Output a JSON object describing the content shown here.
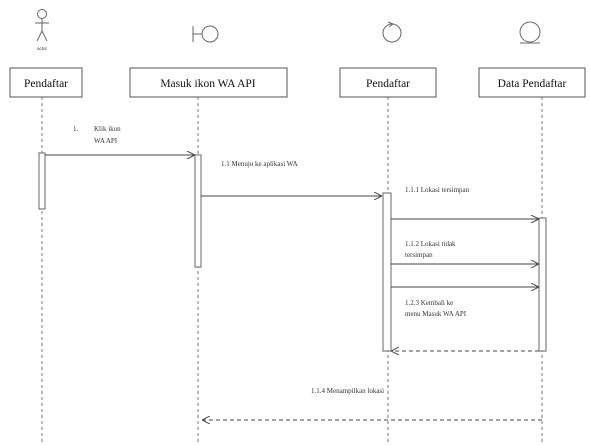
{
  "participants": [
    {
      "id": "p1",
      "label": "Pendaftar",
      "stereotype": "actor",
      "kind": "actor"
    },
    {
      "id": "p2",
      "label": "Masuk ikon WA API",
      "kind": "boundary"
    },
    {
      "id": "p3",
      "label": "Pendaftar",
      "kind": "control"
    },
    {
      "id": "p4",
      "label": "Data Pendaftar",
      "kind": "entity"
    }
  ],
  "messages": [
    {
      "id": "m1",
      "number": "1.",
      "line1": "Klik ikon",
      "line2": "WA API"
    },
    {
      "id": "m2",
      "line1": "1.1 Menuju ke aplikasi WA"
    },
    {
      "id": "m3",
      "line1": "1.1.1 Lokasi tersimpan"
    },
    {
      "id": "m4",
      "line1": "1.1.2 Lokasi tidak",
      "line2": "tersimpan"
    },
    {
      "id": "m5",
      "line1": "1.2.3 Kembali ke",
      "line2": "menu Masuk WA API"
    },
    {
      "id": "m6",
      "line1": "1.1.4 Menampilkan lokasi"
    }
  ],
  "colors": {
    "line": "#444444",
    "box_border": "#555555",
    "lifeline": "#777777",
    "activation_fill": "#ffffff"
  }
}
